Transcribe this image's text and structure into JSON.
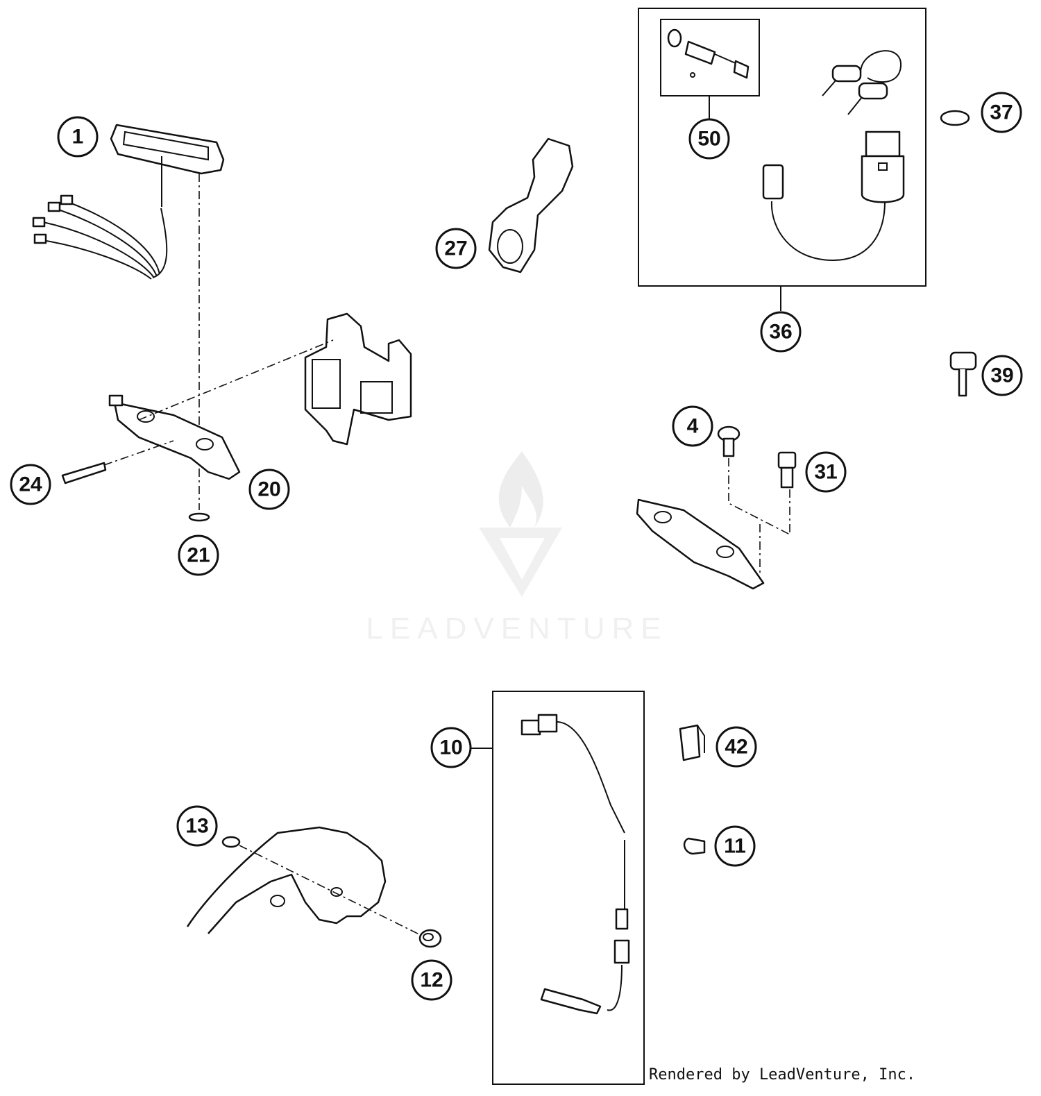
{
  "callouts": [
    {
      "id": "1",
      "label": "1"
    },
    {
      "id": "50",
      "label": "50"
    },
    {
      "id": "37",
      "label": "37"
    },
    {
      "id": "27",
      "label": "27"
    },
    {
      "id": "36",
      "label": "36"
    },
    {
      "id": "39",
      "label": "39"
    },
    {
      "id": "4",
      "label": "4"
    },
    {
      "id": "31",
      "label": "31"
    },
    {
      "id": "24",
      "label": "24"
    },
    {
      "id": "20",
      "label": "20"
    },
    {
      "id": "21",
      "label": "21"
    },
    {
      "id": "10",
      "label": "10"
    },
    {
      "id": "42",
      "label": "42"
    },
    {
      "id": "13",
      "label": "13"
    },
    {
      "id": "11",
      "label": "11"
    },
    {
      "id": "12",
      "label": "12"
    }
  ],
  "watermark": "LEADVENTURE",
  "credit": "Rendered by LeadVenture, Inc."
}
